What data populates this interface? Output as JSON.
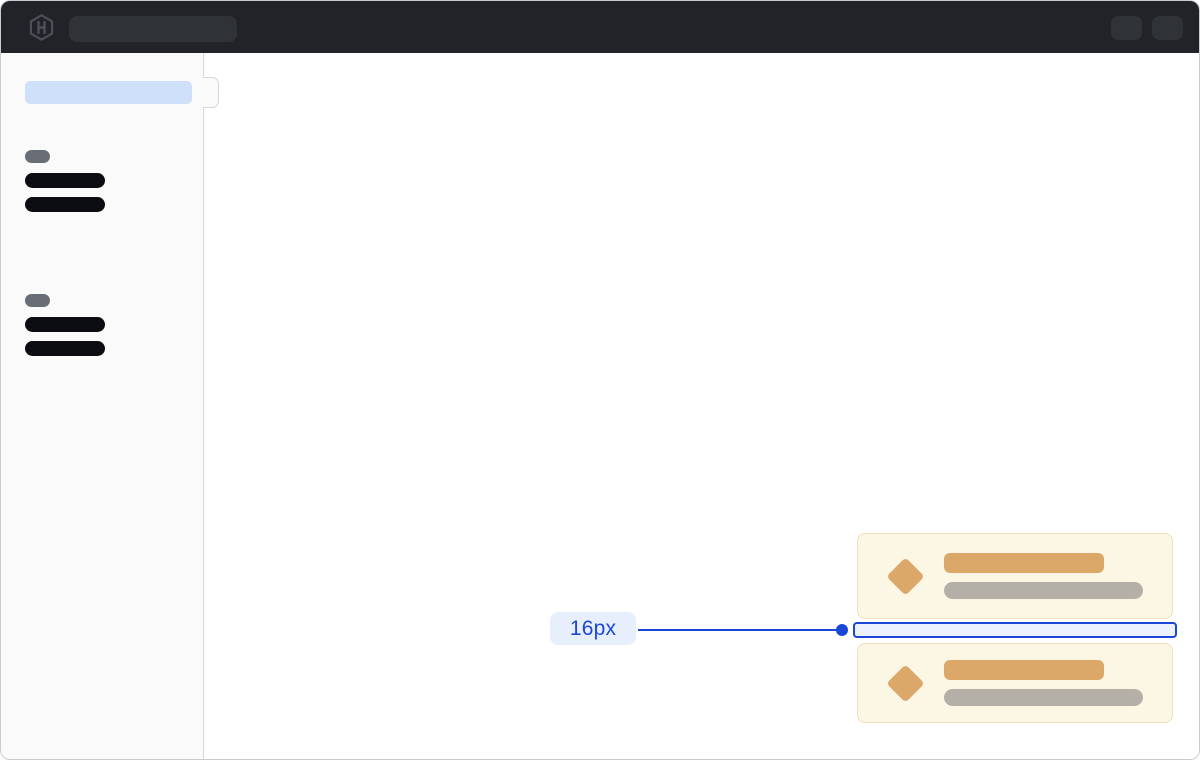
{
  "annotation": {
    "label": "16px"
  },
  "icons": {
    "logo": "hashicorp-logo-icon",
    "card_icon": "diamond-icon"
  },
  "sidebar": {
    "group_count": 2,
    "items_per_group": 2,
    "has_active_item": true
  },
  "cards": {
    "count": 2
  },
  "colors": {
    "window_border": "#c9cbce",
    "header_bg": "#212328",
    "header_skeleton": "#2f3237",
    "logo_color": "#4c5157",
    "sidebar_bg": "#fafafa",
    "sidebar_border": "#d5d7db",
    "active_item": "#cfe1fa",
    "section_label": "#696e76",
    "nav_item": "#0c0d10",
    "card_bg": "#fcf6e4",
    "card_border": "#f3e2b9",
    "card_accent": "#dca86a",
    "card_muted": "#b4b0a7",
    "annotation_blue": "#1b47d8",
    "annotation_fill": "#ecf2fd",
    "annotation_pill_bg": "#e7eefc"
  }
}
